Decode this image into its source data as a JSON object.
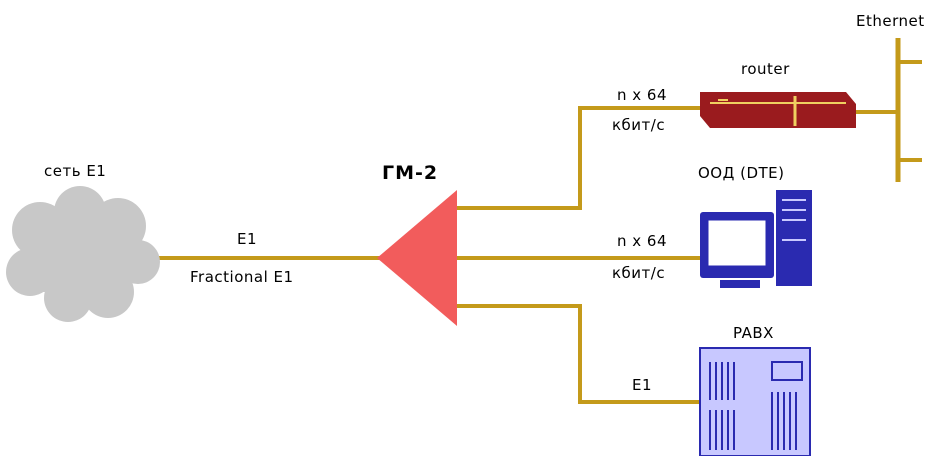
{
  "colors": {
    "link": "#c49a1a",
    "mux": "#f25c5c",
    "router_body": "#9a1b1e",
    "router_stripe": "#f0d060",
    "cloud": "#c8c8c8",
    "computer": "#2a2ab0",
    "screen": "#ffffff",
    "pabx": "#c8c8ff"
  },
  "nodes": {
    "network": {
      "label": "сеть E1",
      "icon": "cloud-icon"
    },
    "mux": {
      "label": "ГМ-2",
      "icon": "triangle-multiplexer-icon"
    },
    "router": {
      "label": "router",
      "icon": "router-icon"
    },
    "ethernet": {
      "label": "Ethernet",
      "icon": "bus-icon"
    },
    "dte": {
      "label": "ООД (DTE)",
      "icon": "computer-icon"
    },
    "pabx": {
      "label": "PABX",
      "icon": "pbx-icon"
    }
  },
  "links": {
    "network_mux": {
      "label_top": "E1",
      "label_bottom": "Fractional E1"
    },
    "mux_router": {
      "label_top": "n x 64",
      "label_bottom": "кбит/с"
    },
    "mux_dte": {
      "label_top": "n x 64",
      "label_bottom": "кбит/с"
    },
    "mux_pabx": {
      "label": "E1"
    }
  }
}
